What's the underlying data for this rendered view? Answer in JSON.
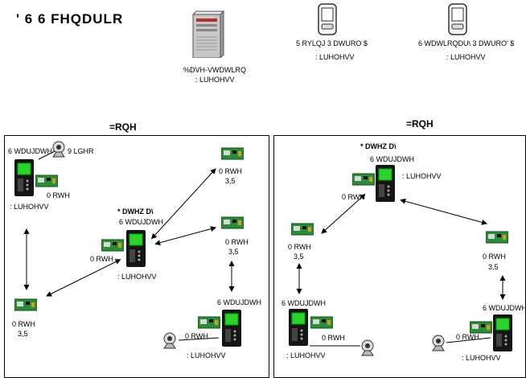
{
  "title": "' 6 6 FHQDULR",
  "top": {
    "basestation": {
      "line1": "%DVH-VWDWLRQ",
      "line2": ": LUHOHVV"
    },
    "pda_a": {
      "line1": "5 RYLQJ  3 DWURO  $",
      "line2": ": LUHOHVV"
    },
    "pda_b": {
      "line1": "6 WDWLRQDU\\  3 DWURO' $",
      "line2": ": LUHOHVV"
    }
  },
  "zone_left": {
    "title": "=RQH",
    "station_tl": {
      "label": "6 WDUJDWH",
      "mote": "0 RWH",
      "wireless": ": LUHOHVV",
      "video": "9 LGHR"
    },
    "gateway": {
      "label1": "* DWHZ D\\",
      "label2": "6 WDUJDWH",
      "mote": "0 RWH",
      "wireless": ": LUHOHVV"
    },
    "mote_tr": {
      "line1": "0 RWH",
      "line2": "3,5"
    },
    "mote_mr": {
      "line1": "0 RWH",
      "line2": "3,5"
    },
    "mote_bl": {
      "line1": "0 RWH",
      "line2": "3,5"
    },
    "station_br": {
      "label": "6 WDUJDWH",
      "mote": "0 RWH",
      "wireless": ": LUHOHVV"
    }
  },
  "zone_right": {
    "title": "=RQH",
    "gateway": {
      "label1": "* DWHZ D\\",
      "label2": "6 WDUJDWH",
      "mote": "0 RWH",
      "wireless": ": LUHOHVV"
    },
    "mote_l": {
      "line1": "0 RWH",
      "line2": "3,5"
    },
    "mote_r": {
      "line1": "0 RWH",
      "line2": "3,5"
    },
    "station_bl": {
      "label": "6 WDUJDWH",
      "mote": "0 RWH",
      "wireless": ": LUHOHVV"
    },
    "station_br": {
      "label": "6 WDUJDWH",
      "mote": "0 RWH",
      "wireless": ": LUHOHVV"
    }
  },
  "colors": {
    "board": "#2e8b3a",
    "screen": "#2fd12f",
    "device": "#151515",
    "server": "#c8c8c8"
  }
}
